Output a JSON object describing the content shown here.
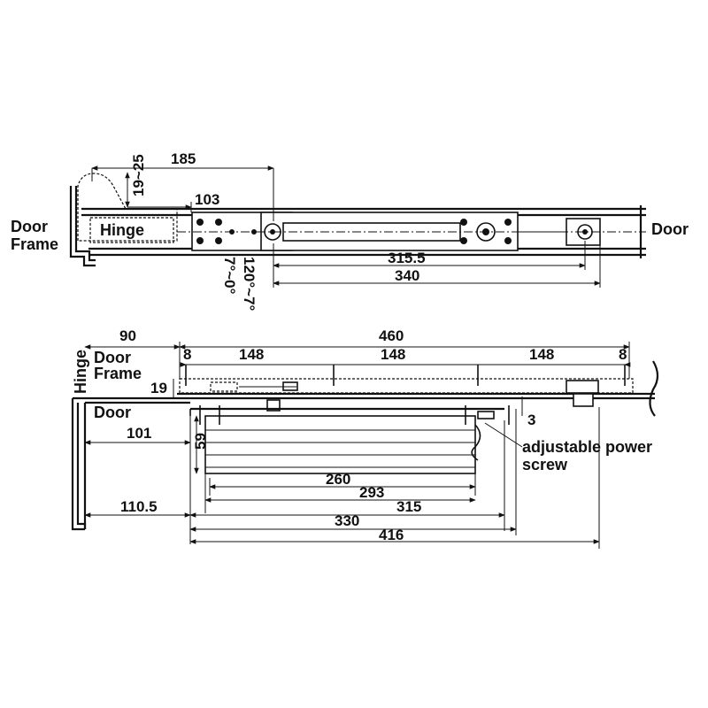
{
  "top_view": {
    "door_frame_line1": "Door",
    "door_frame_line2": "Frame",
    "hinge": "Hinge",
    "door": "Door",
    "dim_185": "185",
    "dim_19_25": "19~25",
    "dim_103": "103",
    "dim_315_5": "315.5",
    "dim_340": "340",
    "angle_120_7": "120°~7°",
    "angle_7_0": "7°~0°"
  },
  "side_view": {
    "hinge": "Hinge",
    "door_frame_line1": "Door",
    "door_frame_line2": "Frame",
    "door": "Door",
    "dim_90": "90",
    "dim_460": "460",
    "dim_8_left": "8",
    "dim_148_a": "148",
    "dim_148_b": "148",
    "dim_148_c": "148",
    "dim_8_right": "8",
    "dim_19": "19",
    "dim_3": "3",
    "dim_59": "59",
    "dim_101": "101",
    "dim_110_5": "110.5",
    "dim_260": "260",
    "dim_293": "293",
    "dim_315": "315",
    "dim_330": "330",
    "dim_416": "416",
    "power_screw_line1": "adjustable power",
    "power_screw_line2": "screw"
  }
}
